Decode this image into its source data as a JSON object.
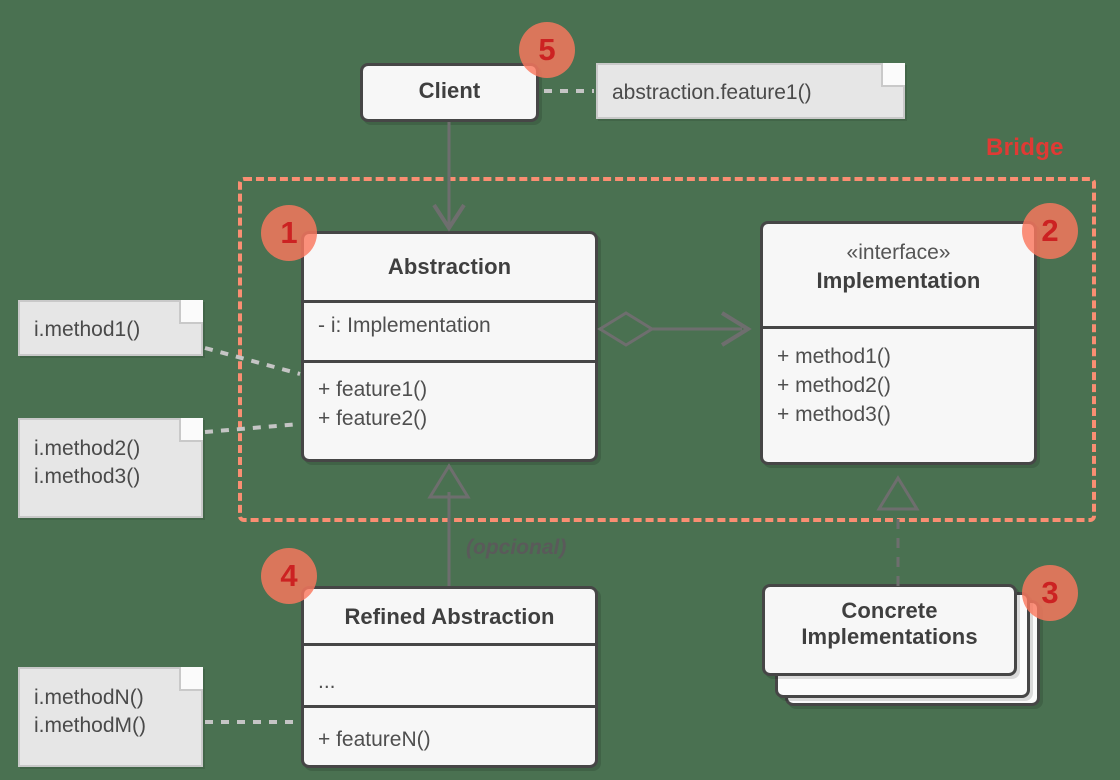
{
  "diagram": {
    "title": "Bridge",
    "pattern_label": "Bridge",
    "background_color": "#4a7151",
    "accent_color": "#fa8e72",
    "badge_text_color": "#cc2222",
    "box_border_color": "#464646",
    "optional_label": "(opcional)"
  },
  "boxes": {
    "client": {
      "title": "Client"
    },
    "abstraction": {
      "title": "Abstraction",
      "attributes": [
        "- i: Implementation"
      ],
      "methods": [
        "+ feature1()",
        "+ feature2()"
      ]
    },
    "implementation": {
      "stereotype": "«interface»",
      "title": "Implementation",
      "methods": [
        "+ method1()",
        "+ method2()",
        "+ method3()"
      ]
    },
    "refined_abstraction": {
      "title": "Refined Abstraction",
      "attributes": [
        "..."
      ],
      "methods": [
        "+ featureN()"
      ]
    },
    "concrete_implementations": {
      "title_line1": "Concrete",
      "title_line2": "Implementations"
    }
  },
  "notes": {
    "client_call": "abstraction.feature1()",
    "method1": "i.method1()",
    "method23_line1": "i.method2()",
    "method23_line2": "i.method3()",
    "methodNM_line1": "i.methodN()",
    "methodNM_line2": "i.methodM()"
  },
  "badges": [
    {
      "id": "badge-1",
      "label": "1"
    },
    {
      "id": "badge-2",
      "label": "2"
    },
    {
      "id": "badge-3",
      "label": "3"
    },
    {
      "id": "badge-4",
      "label": "4"
    },
    {
      "id": "badge-5",
      "label": "5"
    }
  ]
}
